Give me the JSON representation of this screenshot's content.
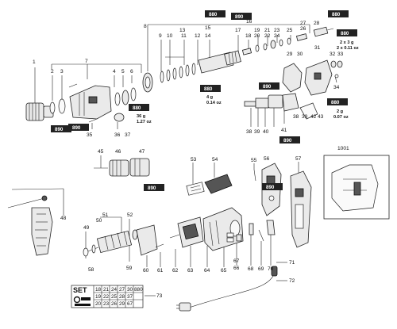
{
  "callouts": [
    {
      "id": "c1",
      "text": "1"
    },
    {
      "id": "c2",
      "text": "2"
    },
    {
      "id": "c3",
      "text": "3"
    },
    {
      "id": "c4",
      "text": "4"
    },
    {
      "id": "c5",
      "text": "5"
    },
    {
      "id": "c6",
      "text": "6"
    },
    {
      "id": "c7",
      "text": "7"
    },
    {
      "id": "c8",
      "text": "8"
    },
    {
      "id": "c9",
      "text": "9"
    },
    {
      "id": "c10",
      "text": "10"
    },
    {
      "id": "c11",
      "text": "11"
    },
    {
      "id": "c12",
      "text": "12"
    },
    {
      "id": "c13",
      "text": "13"
    },
    {
      "id": "c14",
      "text": "14"
    },
    {
      "id": "c15",
      "text": "15"
    },
    {
      "id": "c16",
      "text": "16"
    },
    {
      "id": "c17",
      "text": "17"
    },
    {
      "id": "c18",
      "text": "18"
    },
    {
      "id": "c19",
      "text": "19"
    },
    {
      "id": "c20",
      "text": "20"
    },
    {
      "id": "c21",
      "text": "21"
    },
    {
      "id": "c22",
      "text": "22"
    },
    {
      "id": "c23",
      "text": "23"
    },
    {
      "id": "c24",
      "text": "24"
    },
    {
      "id": "c25",
      "text": "25"
    },
    {
      "id": "c26",
      "text": "26"
    },
    {
      "id": "c27",
      "text": "27"
    },
    {
      "id": "c28",
      "text": "28"
    },
    {
      "id": "c29",
      "text": "29"
    },
    {
      "id": "c30",
      "text": "30"
    },
    {
      "id": "c31",
      "text": "31"
    },
    {
      "id": "c32",
      "text": "32"
    },
    {
      "id": "c33",
      "text": "33"
    },
    {
      "id": "c34",
      "text": "34"
    },
    {
      "id": "c35",
      "text": "35"
    },
    {
      "id": "c36",
      "text": "36"
    },
    {
      "id": "c37",
      "text": "37"
    },
    {
      "id": "c38",
      "text": "38"
    },
    {
      "id": "c39a",
      "text": "39"
    },
    {
      "id": "c40",
      "text": "40"
    },
    {
      "id": "c41",
      "text": "41"
    },
    {
      "id": "c42",
      "text": "42"
    },
    {
      "id": "c43",
      "text": "43"
    },
    {
      "id": "c38b",
      "text": "38"
    },
    {
      "id": "c39b",
      "text": "39"
    },
    {
      "id": "c45",
      "text": "45"
    },
    {
      "id": "c46",
      "text": "46"
    },
    {
      "id": "c47",
      "text": "47"
    },
    {
      "id": "c48",
      "text": "48"
    },
    {
      "id": "c49",
      "text": "49"
    },
    {
      "id": "c50",
      "text": "50"
    },
    {
      "id": "c51",
      "text": "51"
    },
    {
      "id": "c52",
      "text": "52"
    },
    {
      "id": "c53",
      "text": "53"
    },
    {
      "id": "c54",
      "text": "54"
    },
    {
      "id": "c55",
      "text": "55"
    },
    {
      "id": "c56",
      "text": "56"
    },
    {
      "id": "c57",
      "text": "57"
    },
    {
      "id": "c58",
      "text": "58"
    },
    {
      "id": "c59",
      "text": "59"
    },
    {
      "id": "c60",
      "text": "60"
    },
    {
      "id": "c61",
      "text": "61"
    },
    {
      "id": "c62",
      "text": "62"
    },
    {
      "id": "c63",
      "text": "63"
    },
    {
      "id": "c64",
      "text": "64"
    },
    {
      "id": "c65",
      "text": "65"
    },
    {
      "id": "c66",
      "text": "66"
    },
    {
      "id": "c67",
      "text": "67"
    },
    {
      "id": "c68",
      "text": "68"
    },
    {
      "id": "c69",
      "text": "69"
    },
    {
      "id": "c70",
      "text": "70"
    },
    {
      "id": "c71",
      "text": "71"
    },
    {
      "id": "c72",
      "text": "72"
    },
    {
      "id": "c73",
      "text": "73"
    },
    {
      "id": "c1001",
      "text": "1001"
    }
  ],
  "grease_tags": [
    {
      "id": "t1",
      "text": "880"
    },
    {
      "id": "t2",
      "text": "880"
    },
    {
      "id": "t3",
      "text": "880"
    },
    {
      "id": "t4",
      "text": "880"
    },
    {
      "id": "t5",
      "text": "880"
    },
    {
      "id": "t6",
      "text": "880"
    },
    {
      "id": "t7",
      "text": "890"
    },
    {
      "id": "t8",
      "text": "890"
    },
    {
      "id": "t9",
      "text": "890"
    },
    {
      "id": "t10",
      "text": "890"
    },
    {
      "id": "t11",
      "text": "890"
    },
    {
      "id": "t12",
      "text": "890"
    },
    {
      "id": "t13",
      "text": "890"
    }
  ],
  "quantities": {
    "q36g": "36 g",
    "q127oz": "1.27 oz",
    "q4g": "4 g",
    "q014oz": "0.14 oz",
    "q2x3g": "2 x 3 g",
    "q2x011oz": "2 x 0.11 oz",
    "q2g": "2 g",
    "q007oz": "0.07 oz"
  },
  "set_table": {
    "title": "SET",
    "rows": [
      [
        "18",
        "21",
        "24",
        "27",
        "30",
        "880"
      ],
      [
        "19",
        "22",
        "25",
        "28",
        "37",
        ""
      ],
      [
        "20",
        "23",
        "26",
        "29",
        "67",
        ""
      ]
    ]
  },
  "colors": {
    "tag": "#222222",
    "ink": "#111111",
    "paper": "#ffffff"
  }
}
